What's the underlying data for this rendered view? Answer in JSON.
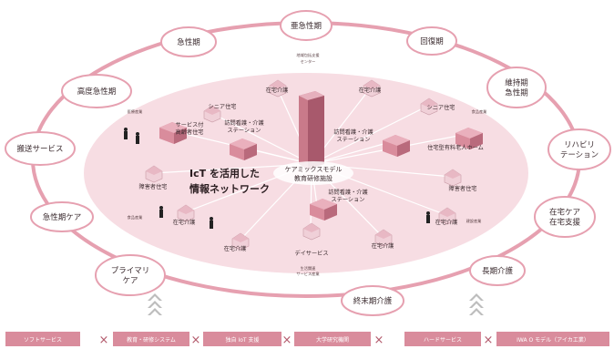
{
  "phases": [
    {
      "id": "acute",
      "label": "急性期"
    },
    {
      "id": "subacute",
      "label": "亜急性期"
    },
    {
      "id": "recovery",
      "label": "回復期"
    },
    {
      "id": "advanced-acute",
      "label": "高度急性期"
    },
    {
      "id": "maintenance",
      "label": "維持期\n急性期"
    },
    {
      "id": "transport",
      "label": "搬送サービス"
    },
    {
      "id": "rehab",
      "label": "リハビリ\nテーション"
    },
    {
      "id": "acute-care",
      "label": "急性期ケア"
    },
    {
      "id": "home-care",
      "label": "在宅ケア\n在宅支援"
    },
    {
      "id": "primary-care",
      "label": "プライマリ\nケア"
    },
    {
      "id": "long-term",
      "label": "長期介護"
    },
    {
      "id": "end-of-life",
      "label": "終末期介護"
    }
  ],
  "center": {
    "ict_lines": [
      "IcT を活用した",
      "情報ネットワーク"
    ],
    "hub_lines": [
      "ケアミックスモデル",
      "教育研修施設"
    ],
    "top_label_lines": [
      "地域包括支援",
      "センター"
    ]
  },
  "nodes": [
    {
      "id": "home-nursing-1",
      "label": "在宅介護"
    },
    {
      "id": "home-nursing-2",
      "label": "在宅介護"
    },
    {
      "id": "senior-home-left",
      "label": "シニア住宅"
    },
    {
      "id": "senior-home-right",
      "label": "シニア住宅"
    },
    {
      "id": "serviced-elderly-home",
      "label": "サービス付\n高齢者住宅"
    },
    {
      "id": "visiting-station-left",
      "label": "訪問看護・介護\nステーション"
    },
    {
      "id": "visiting-station-right",
      "label": "訪問看護・介護\nステーション"
    },
    {
      "id": "visiting-station-bottom",
      "label": "訪問看護・介護\nステーション"
    },
    {
      "id": "paid-nursing-home",
      "label": "住宅型有料老人ホーム"
    },
    {
      "id": "disabled-housing-left",
      "label": "障害者住宅"
    },
    {
      "id": "disabled-housing-right",
      "label": "障害者住宅"
    },
    {
      "id": "home-nursing-3",
      "label": "在宅介護"
    },
    {
      "id": "home-nursing-4",
      "label": "在宅介護"
    },
    {
      "id": "day-service",
      "label": "デイサービス"
    },
    {
      "id": "home-nursing-5",
      "label": "在宅介護"
    },
    {
      "id": "home-nursing-6",
      "label": "在宅介護"
    }
  ],
  "small_tags": [
    {
      "id": "medical-business",
      "label": "医療産業"
    },
    {
      "id": "food-business-right",
      "label": "食品産業"
    },
    {
      "id": "food-business-left",
      "label": "食品産業"
    },
    {
      "id": "construction-business",
      "label": "建設産業"
    },
    {
      "id": "lifestyle-support",
      "label": "生活関連\nサービス産業"
    }
  ],
  "bottom_chips": [
    {
      "id": "software",
      "label": "ソフトサービス"
    },
    {
      "id": "education",
      "label": "教育・研修システム"
    },
    {
      "id": "iot",
      "label": "独自 IoT 支援"
    },
    {
      "id": "university",
      "label": "大学研究機関"
    },
    {
      "id": "hardware",
      "label": "ハードサービス"
    },
    {
      "id": "iwao-model",
      "label": "IWA O モデル（アイカ工業）"
    }
  ],
  "colors": {
    "ring": "#e6a0b0",
    "oval": "#f7dde3",
    "building": "#c97a8a",
    "building_light": "#f0d0d8",
    "chip": "#d98c9c",
    "chip_text": "#ffffff"
  }
}
